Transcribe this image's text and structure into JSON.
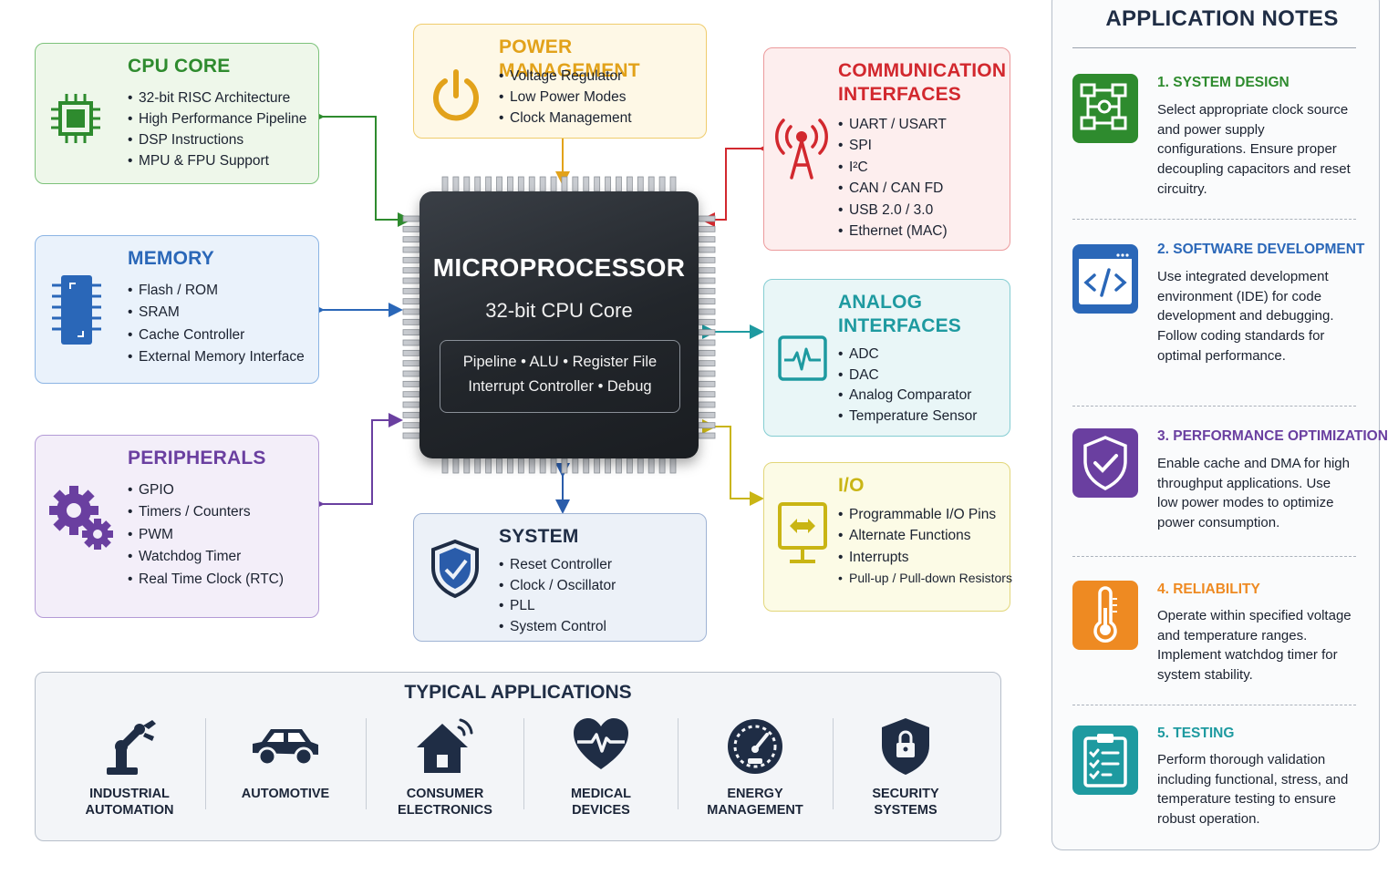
{
  "blocks": {
    "cpu": {
      "title": "CPU CORE",
      "items": [
        "32-bit RISC Architecture",
        "High Performance Pipeline",
        "DSP Instructions",
        "MPU & FPU Support"
      ]
    },
    "memory": {
      "title": "MEMORY",
      "items": [
        "Flash / ROM",
        "SRAM",
        "Cache Controller",
        "External Memory Interface"
      ]
    },
    "peripherals": {
      "title": "PERIPHERALS",
      "items": [
        "GPIO",
        "Timers / Counters",
        "PWM",
        "Watchdog Timer",
        "Real Time Clock (RTC)"
      ]
    },
    "power": {
      "title": "POWER MANAGEMENT",
      "items": [
        "Voltage Regulator",
        "Low Power Modes",
        "Clock Management"
      ]
    },
    "comm": {
      "title_line1": "COMMUNICATION",
      "title_line2": "INTERFACES",
      "items": [
        "UART / USART",
        "SPI",
        "I²C",
        "CAN / CAN FD",
        "USB 2.0 / 3.0",
        "Ethernet (MAC)"
      ]
    },
    "analog": {
      "title_line1": "ANALOG",
      "title_line2": "INTERFACES",
      "items": [
        "ADC",
        "DAC",
        "Analog Comparator",
        "Temperature Sensor"
      ]
    },
    "io": {
      "title": "I/O",
      "items": [
        "Programmable I/O Pins",
        "Alternate Functions",
        "Interrupts",
        "Pull-up / Pull-down Resistors"
      ]
    },
    "system": {
      "title": "SYSTEM",
      "items": [
        "Reset Controller",
        "Clock / Oscillator",
        "PLL",
        "System Control"
      ]
    }
  },
  "chip": {
    "title": "MICROPROCESSOR",
    "subtitle": "32-bit CPU Core",
    "features_line1": "Pipeline  •  ALU  •  Register File",
    "features_line2": "Interrupt Controller  •  Debug"
  },
  "applications": {
    "title": "TYPICAL APPLICATIONS",
    "items": [
      {
        "line1": "INDUSTRIAL",
        "line2": "AUTOMATION",
        "icon": "robot-arm-icon"
      },
      {
        "line1": "AUTOMOTIVE",
        "line2": "",
        "icon": "car-icon"
      },
      {
        "line1": "CONSUMER",
        "line2": "ELECTRONICS",
        "icon": "smart-home-icon"
      },
      {
        "line1": "MEDICAL",
        "line2": "DEVICES",
        "icon": "heart-pulse-icon"
      },
      {
        "line1": "ENERGY",
        "line2": "MANAGEMENT",
        "icon": "gauge-icon"
      },
      {
        "line1": "SECURITY",
        "line2": "SYSTEMS",
        "icon": "shield-lock-icon"
      }
    ]
  },
  "notes": {
    "title": "APPLICATION NOTES",
    "items": [
      {
        "heading": "1. SYSTEM DESIGN",
        "text": "Select appropriate clock source and power supply configurations. Ensure proper decoupling capacitors and reset circuitry.",
        "icon": "flowchart-icon"
      },
      {
        "heading": "2. SOFTWARE DEVELOPMENT",
        "text": "Use integrated development environment (IDE) for code development and debugging. Follow coding standards for optimal performance.",
        "icon": "code-window-icon"
      },
      {
        "heading": "3. PERFORMANCE OPTIMIZATION",
        "text": "Enable cache and DMA for high throughput applications. Use low power modes to optimize power consumption.",
        "icon": "shield-check-icon"
      },
      {
        "heading": "4. RELIABILITY",
        "text": "Operate within specified voltage and temperature ranges. Implement watchdog timer for system stability.",
        "icon": "thermometer-icon"
      },
      {
        "heading": "5. TESTING",
        "text": "Perform thorough validation including functional, stress, and temperature testing to ensure robust operation.",
        "icon": "clipboard-check-icon"
      }
    ]
  },
  "colors": {
    "cpu": "#2e8b2e",
    "memory": "#2a67b8",
    "peripherals": "#6a3fa0",
    "power": "#e2a21a",
    "comm": "#d2282e",
    "analog": "#1e9aa0",
    "io": "#c9b514",
    "system": "#2a5caa",
    "navy": "#1f2d45"
  }
}
